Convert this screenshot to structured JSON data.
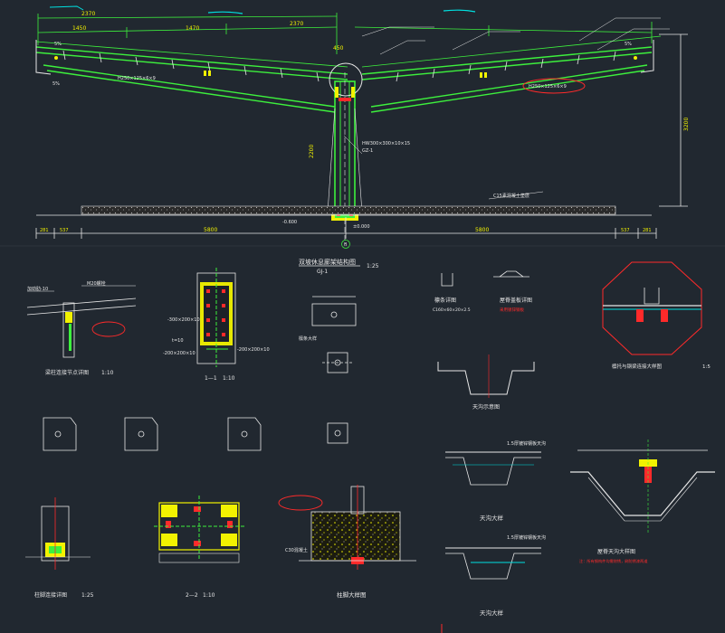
{
  "main_elevation": {
    "title": "双坡休息廊架结构图",
    "subtitle": "GJ-1",
    "scale": "1:25",
    "top_dims": [
      "2370",
      "1450",
      "1470",
      "2370",
      "450"
    ],
    "bottom_dims": [
      "281",
      "537",
      "5800",
      "5800",
      "537",
      "281"
    ],
    "height_dim": "3200",
    "column_height": "2200",
    "column_note": "HW300×300×10×15",
    "column_mark": "GZ-1",
    "beam_note_left": "H250×125×6×9",
    "beam_note_right": "H250×125×6×9",
    "axis_label": "B",
    "elev_top": "±0.000",
    "elev_ground": "-0.600",
    "ground_note": "C15素混凝土垫层",
    "left_marks": [
      "5%",
      "5%"
    ],
    "right_marks": [
      "5%"
    ]
  },
  "details": {
    "beam_column_joint": {
      "title": "梁柱连接节点详图",
      "scale": "1:10",
      "note1": "M20螺栓",
      "note2": "加劲肋-10"
    },
    "section_1_1": {
      "title": "1—1",
      "scale": "1:10",
      "notes": [
        "-300×200×10",
        "-200×200×10",
        "t=10",
        "-200×200×10"
      ]
    },
    "purlin_section": {
      "note": "檩条大样"
    },
    "ridge_small": {
      "title": "檩条详图",
      "note": "C160×60×20×2.5"
    },
    "ridge_cap": {
      "title": "屋脊盖板详图",
      "note": "采用镀锌钢板"
    },
    "octagon": {
      "title": "檩托与钢梁连接大样图",
      "scale": "1:5"
    },
    "gutter_section": {
      "title": "天沟示意图"
    },
    "gutter_detail_1": {
      "title": "天沟大样",
      "note": "1.5厚镀锌钢板天沟"
    },
    "gutter_detail_2": {
      "title": "天沟大样",
      "note": "1.5厚镀锌钢板天沟"
    },
    "ridge_trough": {
      "title": "屋脊天沟大样图",
      "note": "注：所有钢构件均需除锈，刷防锈漆两道"
    },
    "base_plate": {
      "title": "柱脚连接详图",
      "scale": "1:25"
    },
    "section_2_2": {
      "title": "2—2",
      "scale": "1:10"
    },
    "footing": {
      "title": "柱脚大样图",
      "note": "C30混凝土"
    }
  }
}
